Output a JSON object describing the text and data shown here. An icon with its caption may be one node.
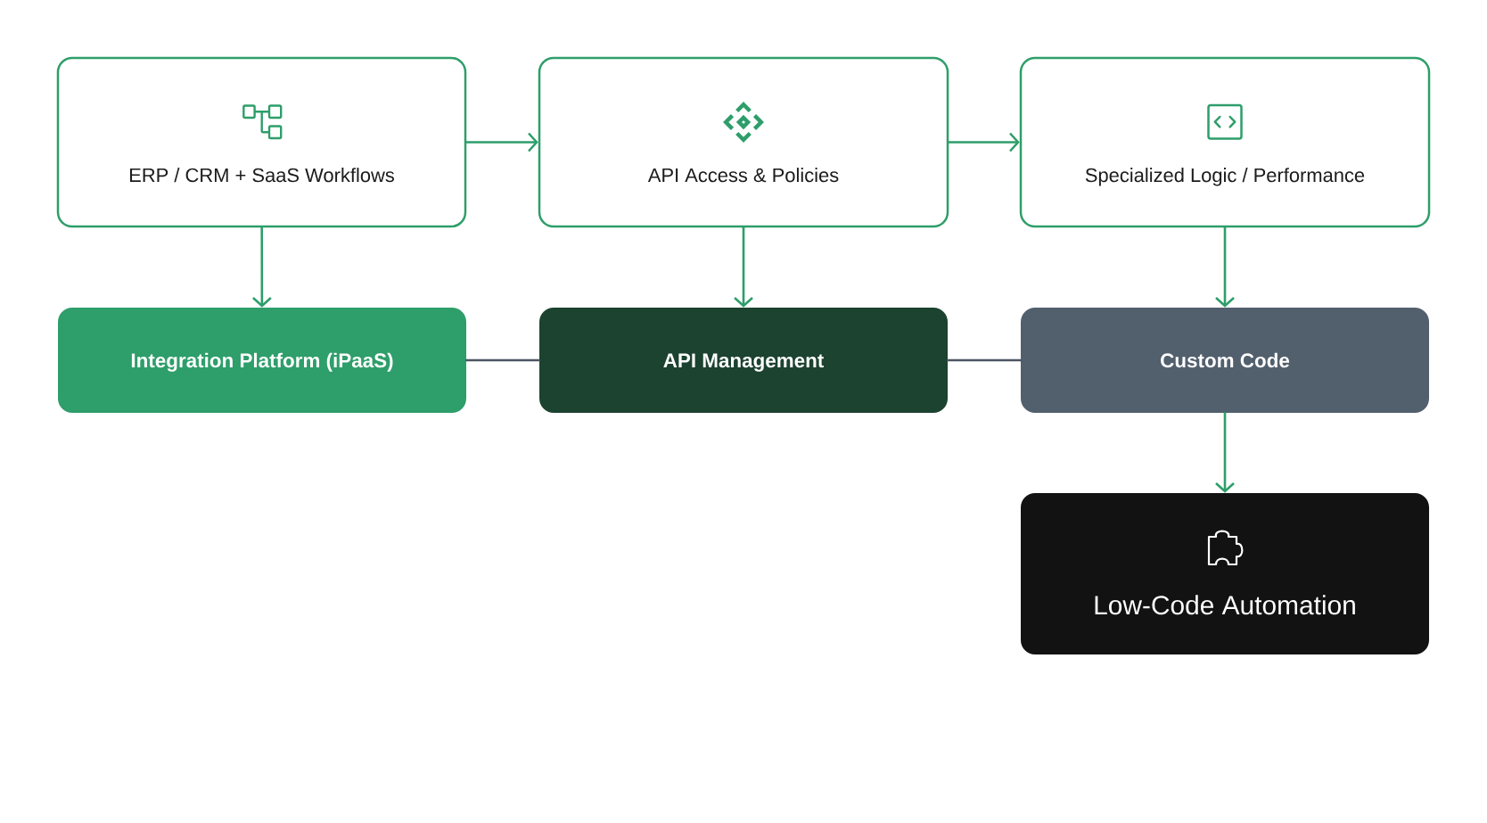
{
  "diagram": {
    "nodes": [
      {
        "text": [
          "ERP / CRM + SaaS Workflows"
        ]
      },
      {
        "text": [
          "API Access & Policies"
        ]
      },
      {
        "text": [
          "Specialized Logic / Performance"
        ]
      },
      {
        "text": [
          "Integration Platform (iPaaS)"
        ]
      },
      {
        "text": [
          "API Management"
        ]
      },
      {
        "text": [
          "Custom Code"
        ]
      },
      {
        "text": [
          "Low-Code Automation"
        ]
      }
    ],
    "edges": [
      {
        "from": 0,
        "to": 1,
        "arrow": "to"
      },
      {
        "from": 1,
        "to": 2,
        "arrow": "to"
      },
      {
        "from": 0,
        "to": 3,
        "arrow": "to"
      },
      {
        "from": 1,
        "to": 4,
        "arrow": "to"
      },
      {
        "from": 2,
        "to": 5,
        "arrow": "to"
      },
      {
        "from": 3,
        "to": 4,
        "arrow": "none",
        "color": "#4b5563"
      },
      {
        "from": 4,
        "to": 5,
        "arrow": "none",
        "color": "#4b5563"
      },
      {
        "from": 5,
        "to": 6,
        "arrow": "to"
      }
    ]
  }
}
